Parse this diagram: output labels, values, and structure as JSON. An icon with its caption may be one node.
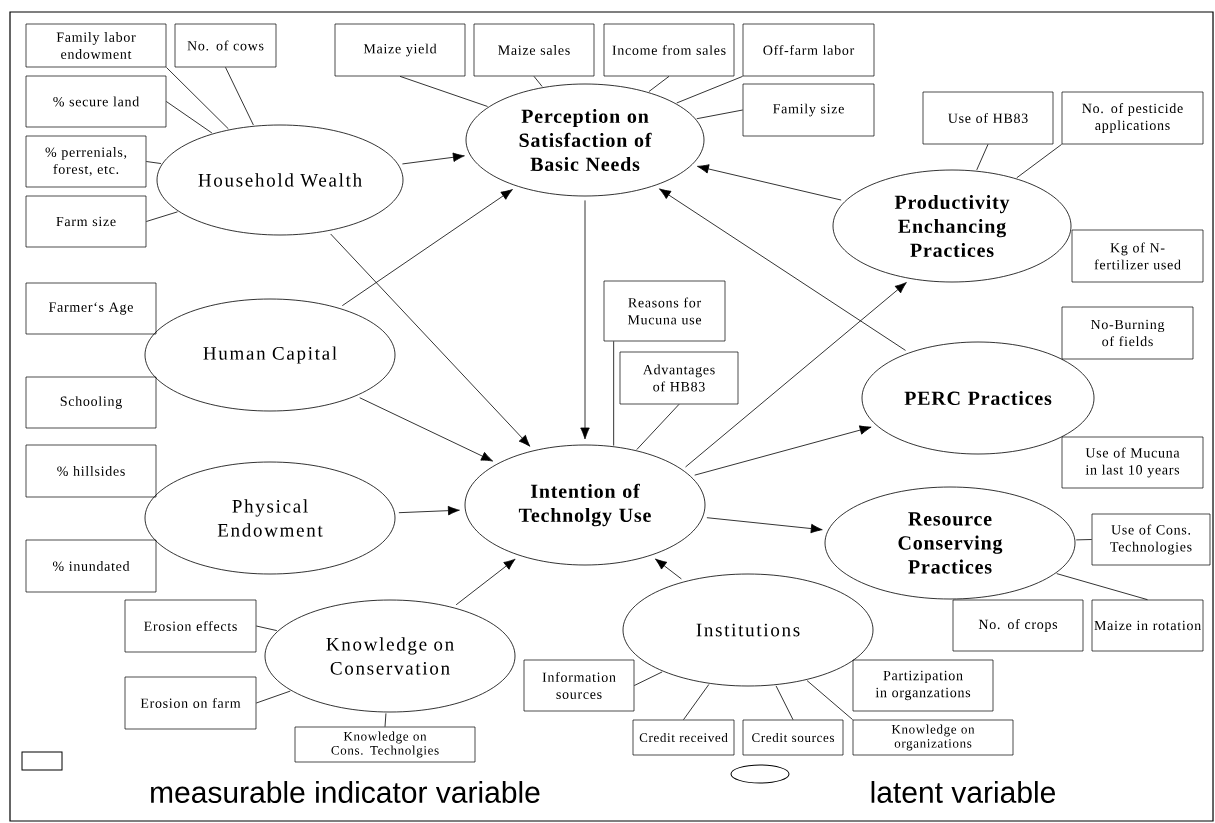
{
  "diagram": {
    "nodes": [
      {
        "text": [
          "Family labor endowment"
        ]
      },
      {
        "text": [
          "No. of cows"
        ]
      },
      {
        "text": [
          "Maize yield"
        ]
      },
      {
        "text": [
          "Maize sales"
        ]
      },
      {
        "text": [
          "Income from sales"
        ]
      },
      {
        "text": [
          "Off-farm labor"
        ]
      },
      {
        "text": [
          "Family size"
        ]
      },
      {
        "text": [
          "% secure land"
        ]
      },
      {
        "text": [
          "Perception on Satisfaction of Basic Needs"
        ]
      },
      {
        "text": [
          "Use of HB83"
        ]
      },
      {
        "text": [
          "No. of pesticide applications"
        ]
      },
      {
        "text": [
          "% perrenials, forest, etc."
        ]
      },
      {
        "text": [
          "Household Wealth"
        ]
      },
      {
        "text": [
          "Farm size"
        ]
      },
      {
        "text": [
          "Productivity Enchancing Practices"
        ]
      },
      {
        "text": [
          "Kg of N-fertilizer used"
        ]
      },
      {
        "text": [
          "Farmer‘s Age"
        ]
      },
      {
        "text": [
          "Reasons for Mucuna use"
        ]
      },
      {
        "text": [
          "No-Burning of fields"
        ]
      },
      {
        "text": [
          "Human Capital"
        ]
      },
      {
        "text": [
          "Advantages of HB83"
        ]
      },
      {
        "text": [
          "PERC Practices"
        ]
      },
      {
        "text": [
          "Schooling"
        ]
      },
      {
        "text": [
          "% hillsides"
        ]
      },
      {
        "text": [
          "Physical Endowment"
        ]
      },
      {
        "text": [
          "Intention of Technolgy Use"
        ]
      },
      {
        "text": [
          "Use of Mucuna in last 10 years"
        ]
      },
      {
        "text": [
          "Use of Cons. Technologies"
        ]
      },
      {
        "text": [
          "Resource Conserving Practices"
        ]
      },
      {
        "text": [
          "% inundated"
        ]
      },
      {
        "text": [
          "Erosion effects"
        ]
      },
      {
        "text": [
          "Knowledge on Conservation"
        ]
      },
      {
        "text": [
          "Institutions"
        ]
      },
      {
        "text": [
          "No. of crops"
        ]
      },
      {
        "text": [
          "Maize in rotation"
        ]
      },
      {
        "text": [
          "Erosion on farm"
        ]
      },
      {
        "text": [
          "Information sources"
        ]
      },
      {
        "text": [
          "Partizipation in organzations"
        ]
      },
      {
        "text": [
          "Knowledge on Cons. Technolgies"
        ]
      },
      {
        "text": [
          "Credit received"
        ]
      },
      {
        "text": [
          "Credit sources"
        ]
      },
      {
        "text": [
          "Knowledge on organizations"
        ]
      }
    ],
    "edges": [
      {
        "from": 12,
        "to": 8,
        "arrow": "to"
      },
      {
        "from": 12,
        "to": 25,
        "arrow": "to"
      },
      {
        "from": 19,
        "to": 8,
        "arrow": "to"
      },
      {
        "from": 19,
        "to": 25,
        "arrow": "to"
      },
      {
        "from": 8,
        "to": 25,
        "arrow": "to"
      },
      {
        "from": 24,
        "to": 25,
        "arrow": "to"
      },
      {
        "from": 31,
        "to": 25,
        "arrow": "to"
      },
      {
        "from": 32,
        "to": 25,
        "arrow": "to"
      },
      {
        "from": 25,
        "to": 14,
        "arrow": "to"
      },
      {
        "from": 25,
        "to": 21,
        "arrow": "to"
      },
      {
        "from": 25,
        "to": 28,
        "arrow": "to"
      },
      {
        "from": 14,
        "to": 8,
        "arrow": "to"
      },
      {
        "from": 21,
        "to": 8,
        "arrow": "to"
      },
      {
        "from": 0,
        "to": 12,
        "arrow": "none"
      },
      {
        "from": 1,
        "to": 12,
        "arrow": "none"
      },
      {
        "from": 7,
        "to": 12,
        "arrow": "none"
      },
      {
        "from": 11,
        "to": 12,
        "arrow": "none"
      },
      {
        "from": 13,
        "to": 12,
        "arrow": "none"
      },
      {
        "from": 2,
        "to": 8,
        "arrow": "none"
      },
      {
        "from": 3,
        "to": 8,
        "arrow": "none"
      },
      {
        "from": 4,
        "to": 8,
        "arrow": "none"
      },
      {
        "from": 5,
        "to": 8,
        "arrow": "none"
      },
      {
        "from": 6,
        "to": 8,
        "arrow": "none"
      },
      {
        "from": 9,
        "to": 14,
        "arrow": "none"
      },
      {
        "from": 10,
        "to": 14,
        "arrow": "none"
      },
      {
        "from": 17,
        "to": 25,
        "arrow": "none"
      },
      {
        "from": 20,
        "to": 25,
        "arrow": "none"
      },
      {
        "from": 27,
        "to": 28,
        "arrow": "none"
      },
      {
        "from": 34,
        "to": 28,
        "arrow": "none"
      },
      {
        "from": 30,
        "to": 31,
        "arrow": "none"
      },
      {
        "from": 35,
        "to": 31,
        "arrow": "none"
      },
      {
        "from": 38,
        "to": 31,
        "arrow": "none"
      },
      {
        "from": 36,
        "to": 32,
        "arrow": "none"
      },
      {
        "from": 39,
        "to": 32,
        "arrow": "none"
      },
      {
        "from": 40,
        "to": 32,
        "arrow": "none"
      },
      {
        "from": 41,
        "to": 32,
        "arrow": "none"
      }
    ],
    "legend": [
      {
        "text": "measurable indicator variable"
      },
      {
        "text": "latent variable"
      }
    ]
  }
}
